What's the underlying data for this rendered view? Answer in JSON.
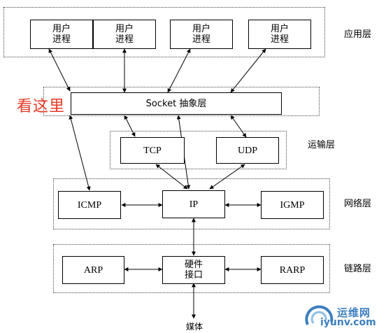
{
  "layers": {
    "application": "应用层",
    "transport": "运输层",
    "network": "网络层",
    "link": "链路层"
  },
  "callout": "看这里",
  "boxes": {
    "proc1": "用户\n进程",
    "proc2": "用户\n进程",
    "proc3": "用户\n进程",
    "proc4": "用户\n进程",
    "socket": "Socket 抽象层",
    "tcp": "TCP",
    "udp": "UDP",
    "icmp": "ICMP",
    "ip": "IP",
    "igmp": "IGMP",
    "arp": "ARP",
    "hw": "硬件\n接口",
    "rarp": "RARP"
  },
  "media": "媒体",
  "watermark": {
    "name": "运维网",
    "url": "iyunv.com"
  },
  "colors": {
    "callout": "#e53926",
    "watermark": "#3d7fbf"
  }
}
